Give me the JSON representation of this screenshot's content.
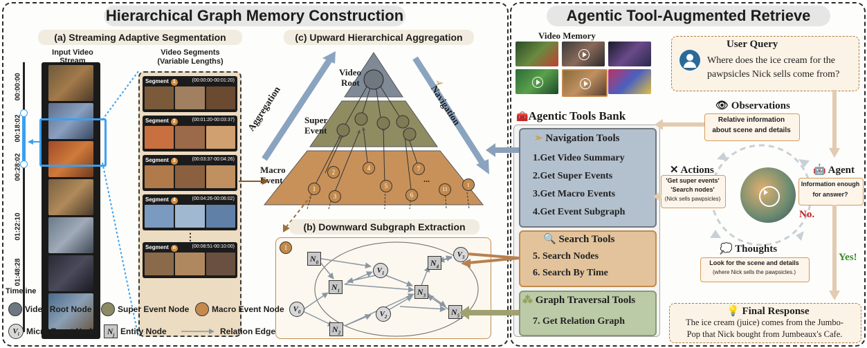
{
  "left_panel": {
    "title": "Hierarchical Graph Memory Construction",
    "section_a": "(a) Streaming Adaptive Segmentation",
    "input_label": "Input Video Stream",
    "segments_label_1": "Video Segments",
    "segments_label_2": "(Variable Lengths)",
    "timeline_label": "Timeline",
    "timestamps": [
      "00:00:00",
      "00:18:02",
      "00:28:02",
      "01:22:10",
      "01:48:28"
    ],
    "segments": [
      {
        "label": "Segment",
        "num": "1",
        "time": "(00:00:00-00:01:20)"
      },
      {
        "label": "Segment",
        "num": "2",
        "time": "(00:01:20-00:03:37)"
      },
      {
        "label": "Segment",
        "num": "3",
        "time": "(00:03:37-00:04:26)"
      },
      {
        "label": "Segment",
        "num": "4",
        "time": "(00:04:26-00:06:02)"
      },
      {
        "label": "Segment",
        "num": "n",
        "time": "(00:08:51-00:10:00)"
      }
    ],
    "section_c": "(c) Upward Hierarchical Aggregation",
    "video_root_1": "Video",
    "video_root_2": "Root",
    "super_event_1": "Super",
    "super_event_2": "Event",
    "macro_event_1": "Macro",
    "macro_event_2": "Event",
    "aggregation": "Aggregation",
    "navigation": "Navigation",
    "macro_nodes": [
      "1",
      "2",
      "3",
      "4",
      "5",
      "6",
      "7",
      "...",
      "11",
      "t"
    ],
    "section_b": "(b) Downward Subgraph Extraction",
    "subgraph_badge": "1",
    "graph_nodes": {
      "n0": "N",
      "n0_sub": "0",
      "n1": "N",
      "n1_sub": "1",
      "n2": "N",
      "n2_sub": "2",
      "n3": "N",
      "n3_sub": "3",
      "n4": "N",
      "n4_sub": "4",
      "n5": "N",
      "n5_sub": "5",
      "v0": "V",
      "v0_sub": "0",
      "v1": "V",
      "v1_sub": "1",
      "v2": "V",
      "v2_sub": "2",
      "v3": "V",
      "v3_sub": "3"
    },
    "legend": {
      "video_root": "Video Root Node",
      "super_event": "Super Event Node",
      "macro_event": "Macro Event Node",
      "micro_event": "Micro Event Node",
      "entity": "Entity Node",
      "relation": "Relation Edge",
      "micro_sym": "V",
      "micro_sub": "i",
      "entity_sym": "N",
      "entity_sub": "j"
    }
  },
  "right_panel": {
    "title": "Agentic Tool-Augmented Retrieve",
    "video_memory": "Video Memory",
    "tools_bank": "Agentic Tools Bank",
    "navigation_tools": {
      "title": "Navigation Tools",
      "items": [
        "1.Get Video Summary",
        "2.Get Super Events",
        "3.Get Macro Events",
        "4.Get Event Subgraph"
      ]
    },
    "search_tools": {
      "title": "Search Tools",
      "items": [
        "5. Search Nodes",
        "6. Search By Time"
      ]
    },
    "graph_tools": {
      "title": "Graph Traversal Tools",
      "items": [
        "7. Get Relation Graph"
      ]
    },
    "user_query": {
      "title": "User Query",
      "line1": "Where does the ice cream for the",
      "line2": "pawpsicles Nick sells come from?"
    },
    "observations": {
      "title": "Observations",
      "line1": "Relative information",
      "line2": "about scene and details"
    },
    "actions": {
      "title": "Actions",
      "line1": "'Get super events'",
      "line2": "'Search nodes'",
      "line3": "(Nick sells pawpsicles)"
    },
    "agent": {
      "title": "Agent",
      "line1": "Information enough",
      "line2": "for answer?"
    },
    "no": "No.",
    "yes": "Yes!",
    "thoughts": {
      "title": "Thoughts",
      "line1": "Look for the scene and details",
      "line2": "(where Nick sells the pawpsicles.)"
    },
    "final": {
      "title": "Final Response",
      "line1": "The ice cream (juice) comes from the Jumbo-",
      "line2": "Pop that Nick bought from Jumbeaux's Cafe."
    }
  },
  "colors": {
    "root": "#6f7880",
    "super": "#8c8a64",
    "macro": "#c48a4c",
    "tool_nav": "#b3c0cd",
    "tool_search": "#e2c39c",
    "tool_graph": "#bccba7",
    "highlight": "#3aa0f0"
  }
}
